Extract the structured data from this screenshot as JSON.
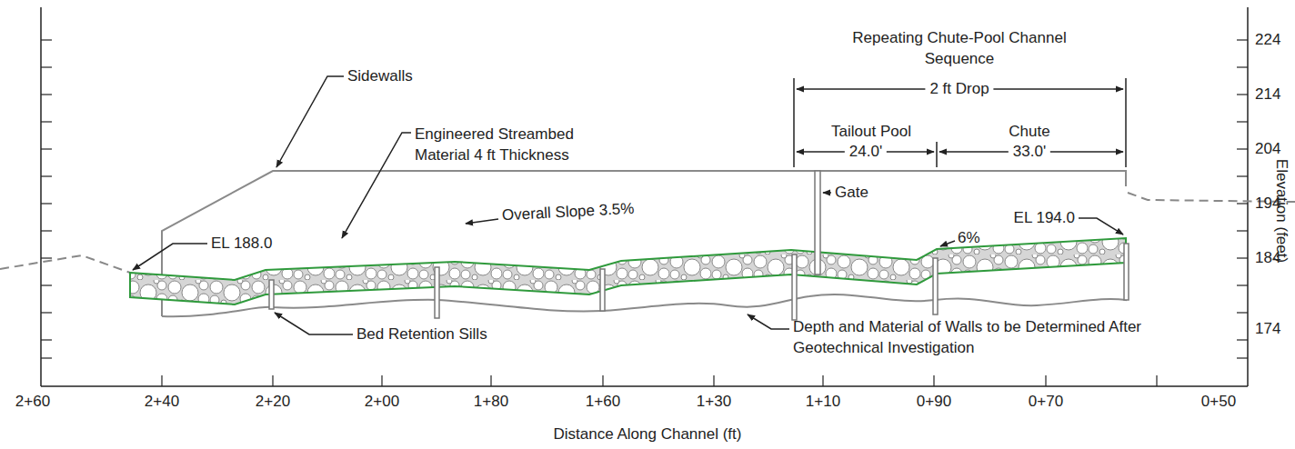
{
  "diagram": {
    "labels": [
      "Repeating Chute-Pool Channel Sequence",
      "Sidewalls",
      "2 ft Drop",
      "Engineered Streambed Material 4 ft Thickness",
      "Tailout Pool",
      "Chute",
      "24.0'",
      "33.0'",
      "Gate",
      "EL 194.0",
      "EL 188.0",
      "Overall Slope 3.5%",
      "6%",
      "Bed Retention Sills",
      "Depth and Material of Walls to be Determined After Geotechnical Investigation",
      "224",
      "214",
      "204",
      "194",
      "184",
      "174",
      "2+60",
      "2+40",
      "2+20",
      "2+00",
      "1+80",
      "1+60",
      "1+30",
      "1+10",
      "0+90",
      "0+70",
      "0+50",
      "Elevation (feet)",
      "Distance Along Channel (ft)"
    ]
  }
}
